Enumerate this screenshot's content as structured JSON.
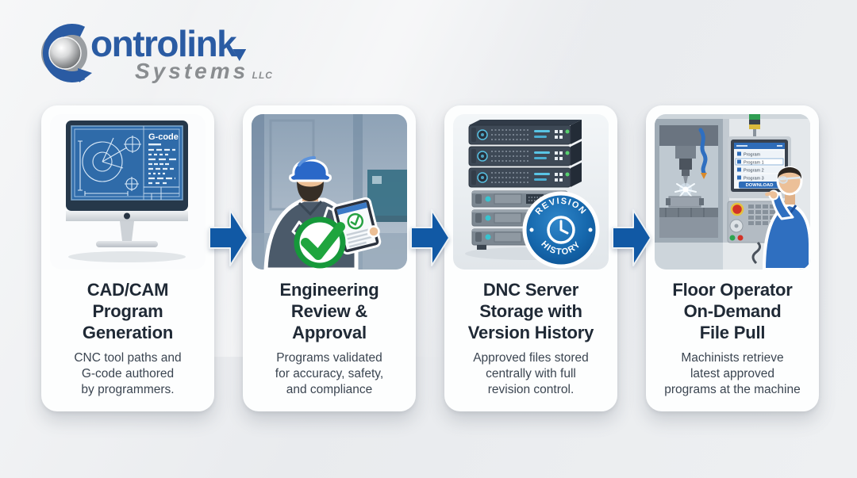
{
  "logo": {
    "brand": "Controlink",
    "brand_tail": "ontrolink",
    "sub_brand": "Systems",
    "sub_suffix": "LLC"
  },
  "steps": [
    {
      "title": "CAD/CAM Program Generation",
      "title_lines": [
        "CAD/CAM",
        "Program",
        "Generation"
      ],
      "description": "CNC tool paths and G-code authored by programmers.",
      "desc_lines": [
        "CNC tool paths and",
        "G-code authored",
        "by programmers."
      ]
    },
    {
      "title": "Engineering Review & Approval",
      "title_lines": [
        "Engineering",
        "Review &",
        "Approval"
      ],
      "description": "Programs validated for accuracy, safety, and compliance",
      "desc_lines": [
        "Programs validated",
        "for accuracy, safety,",
        "and compliance"
      ]
    },
    {
      "title": "DNC Server Storage with Version History",
      "title_lines": [
        "DNC Server",
        "Storage with",
        "Version History"
      ],
      "description": "Approved files stored centrally with full revision control.",
      "desc_lines": [
        "Approved files stored",
        "centrally with full",
        "revision control."
      ]
    },
    {
      "title": "Floor Operator On-Demand File Pull",
      "title_lines": [
        "Floor Operator",
        "On-Demand",
        "File Pull"
      ],
      "description": "Machinists retrieve latest approved programs at the machine",
      "desc_lines": [
        "Machinists retrieve",
        "latest approved",
        "programs at the machine"
      ]
    }
  ],
  "illustrations": {
    "monitor_screen_label": "G-code",
    "revision_badge_top": "REVISION",
    "revision_badge_bottom": "HISTORY",
    "machine_panel": {
      "list_header": "Program",
      "list_items": [
        "Program 1",
        "Program 2",
        "Program 3"
      ],
      "download_button": "DOWNLOAD"
    }
  },
  "colors": {
    "arrow_blue": "#1159a5",
    "brand_blue": "#2a5ba3",
    "brand_gray": "#8a8d90",
    "check_green": "#1fa53e",
    "badge_blue": "#1668ad",
    "hardhat_blue": "#2a68c8",
    "screen_blue": "#2f6ba9",
    "title_color": "#1f2935",
    "desc_color": "#3b4551",
    "card_bg": "#fdfefe"
  }
}
